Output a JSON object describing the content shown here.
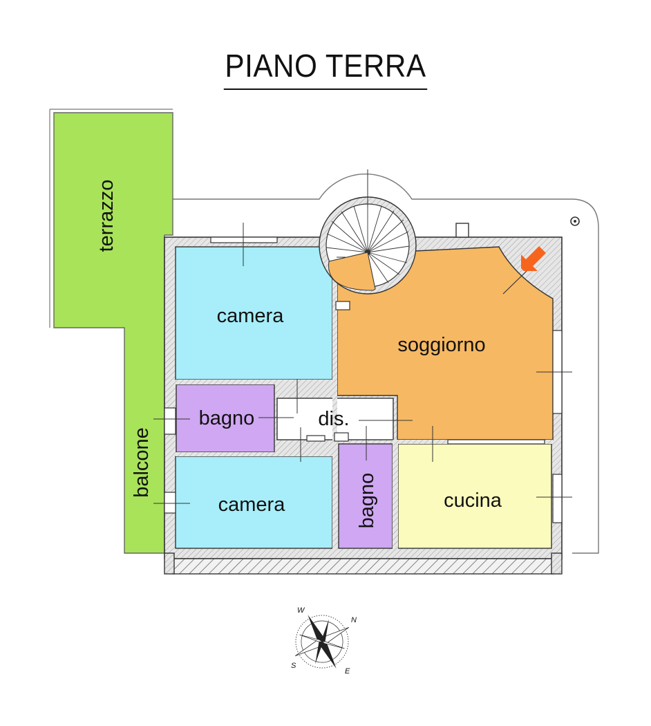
{
  "title": "PIANO TERRA",
  "rooms": {
    "terrazzo": "terrazzo",
    "balcone": "balcone",
    "camera_top": "camera",
    "camera_bottom": "camera",
    "soggiorno": "soggiorno",
    "bagno_left": "bagno",
    "bagno_center": "bagno",
    "disimpegno": "dis.",
    "cucina": "cucina"
  },
  "compass": {
    "n": "N",
    "s": "S",
    "e": "E",
    "w": "W"
  },
  "colors": {
    "terrace_green": "#a8e35a",
    "bedroom_cyan": "#a7eefa",
    "living_orange": "#f6b862",
    "bath_purple": "#cfa7f2",
    "kitchen_yellow": "#fbfbbd",
    "wall_grey": "#e9e9e9",
    "entrance_arrow": "#f7641e"
  }
}
